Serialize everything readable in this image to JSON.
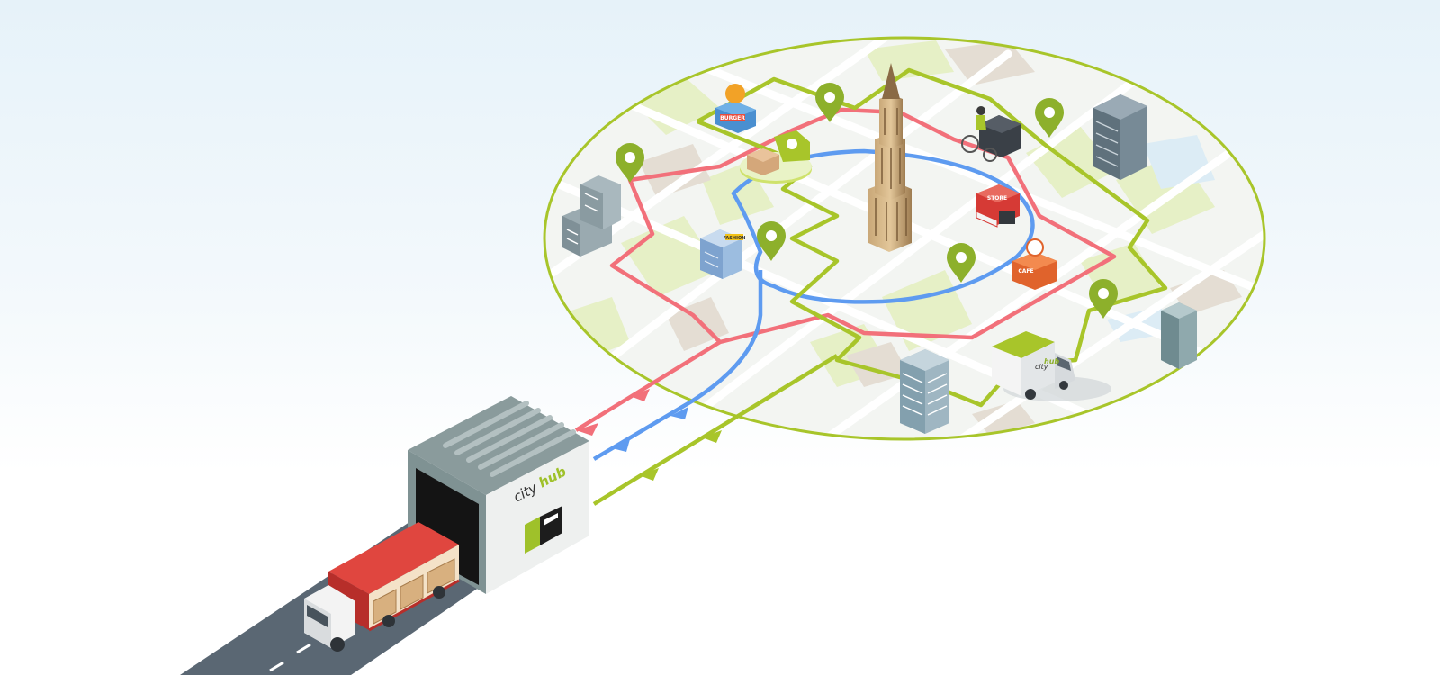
{
  "brand": {
    "city": "city",
    "hub": "hub"
  },
  "shops": {
    "burger": "BURGER",
    "fashion": "FASHION",
    "store": "STORE",
    "cafe": "CAFE"
  },
  "colors": {
    "route_red": "#f2707a",
    "route_blue": "#5e9bf0",
    "route_green": "#a8c52a",
    "hub_green": "#9fc12a",
    "pin_green": "#8db02b",
    "truck_red": "#d63a35",
    "road": "#5a6773"
  },
  "icons": [
    "distribution-hub-building",
    "delivery-truck",
    "cargo-bike",
    "electric-van",
    "map-pin",
    "church-tower",
    "office-tower"
  ]
}
